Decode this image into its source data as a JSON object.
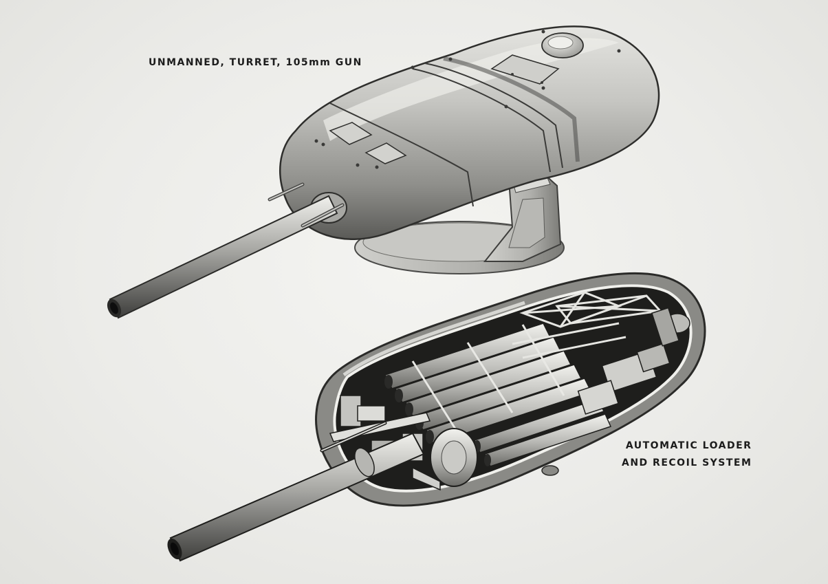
{
  "labels": {
    "top_caption": "UNMANNED, TURRET, 105mm GUN",
    "bottom_caption_line1": "AUTOMATIC LOADER",
    "bottom_caption_line2": "AND RECOIL SYSTEM"
  },
  "colors": {
    "background": "#ebebe8",
    "metal_light": "#d8d8d4",
    "metal_mid": "#a9a9a5",
    "metal_dark": "#4a4a48",
    "ink": "#1c1c1c"
  }
}
